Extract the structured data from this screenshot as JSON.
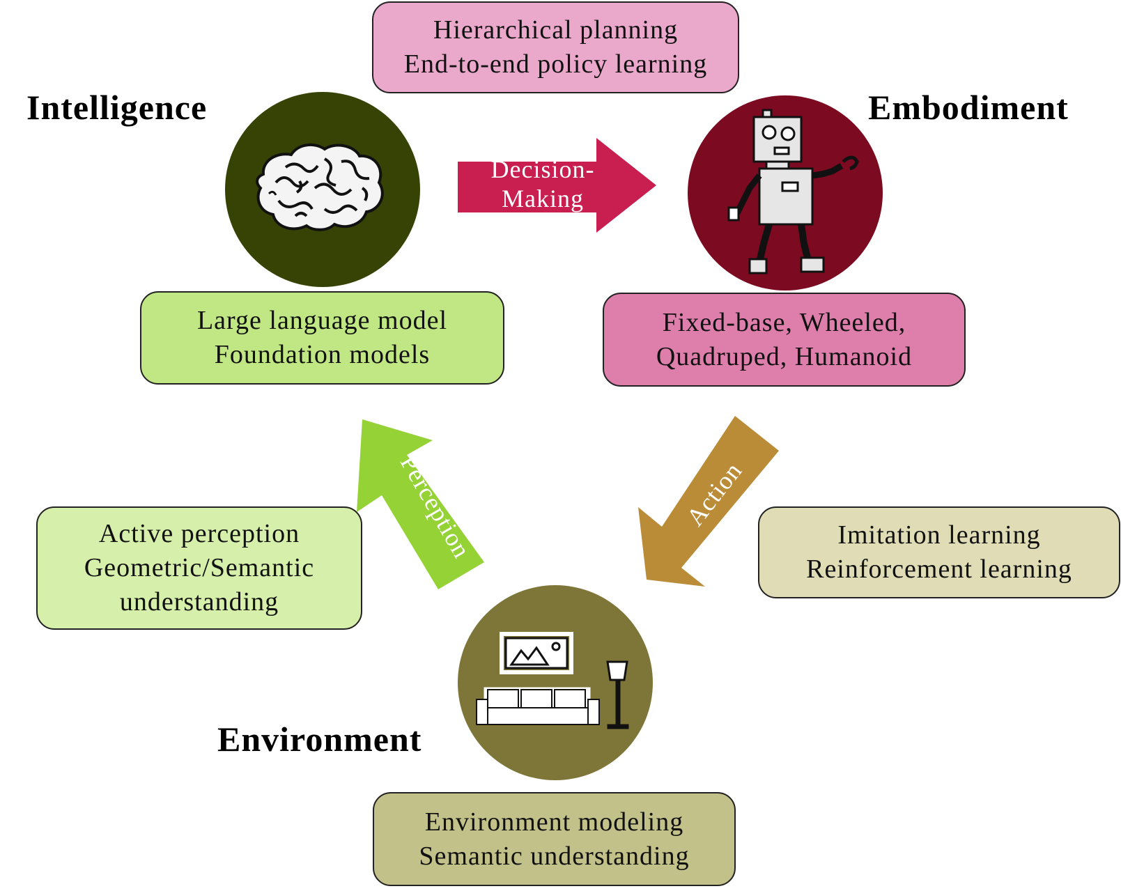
{
  "headings": {
    "intelligence": "Intelligence",
    "embodiment": "Embodiment",
    "environment": "Environment"
  },
  "boxes": {
    "planning": [
      "Hierarchical planning",
      "End-to-end policy learning"
    ],
    "models": [
      "Large language model",
      "Foundation models"
    ],
    "robots": [
      "Fixed-base, Wheeled,",
      "Quadruped, Humanoid"
    ],
    "perception_tasks": [
      "Active perception",
      "Geometric/Semantic",
      "understanding"
    ],
    "learning": [
      "Imitation learning",
      "Reinforcement learning"
    ],
    "environment_tasks": [
      "Environment modeling",
      "Semantic understanding"
    ]
  },
  "arrows": {
    "decision_making": [
      "Decision-",
      "Making"
    ],
    "action": "Action",
    "perception": "Perception"
  },
  "icons": {
    "intelligence": "brain-icon",
    "embodiment": "robot-icon",
    "environment": "living-room-icon"
  },
  "colors": {
    "intelligence_circle": "#364304",
    "embodiment_circle": "#7c0a20",
    "environment_circle": "#7e7639",
    "planning_box": "#eaa9cb",
    "models_box": "#c0e784",
    "robots_box": "#dd7eab",
    "perception_box": "#d6efab",
    "learning_box": "#dfdcb6",
    "environment_box": "#c3c18a",
    "decision_arrow": "#c81f50",
    "action_arrow": "#bb8c37",
    "perception_arrow": "#94d236"
  }
}
